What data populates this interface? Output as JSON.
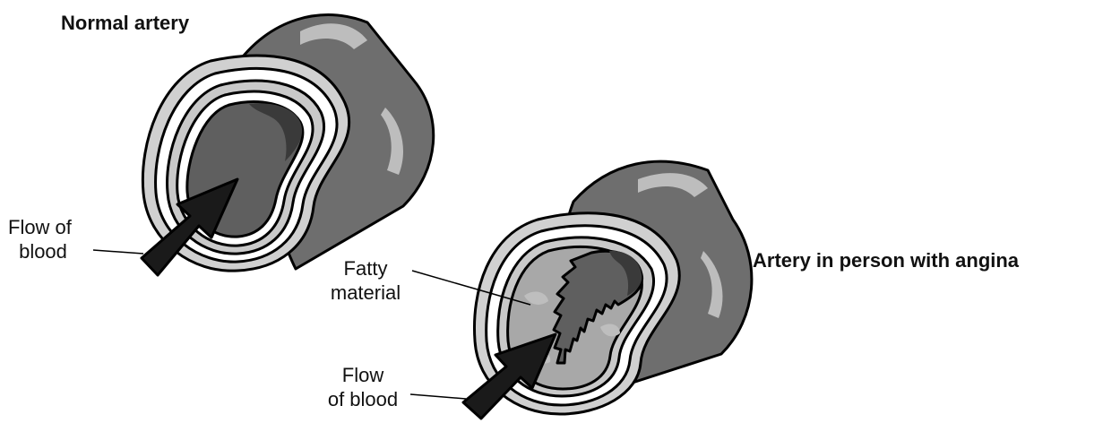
{
  "normal_artery": {
    "title": "Normal artery",
    "flow_label_line1": "Flow of",
    "flow_label_line2": "blood"
  },
  "angina_artery": {
    "title": "Artery in person with angina",
    "fatty_label_line1": "Fatty",
    "fatty_label_line2": "material",
    "flow_label_line1": "Flow",
    "flow_label_line2": "of blood"
  },
  "colors": {
    "outer_wall": "#6e6e6e",
    "wall_dark": "#4a4a4a",
    "wall_layers": "#c9c9c9",
    "lumen": "#5f5f5f",
    "lumen_dark": "#3a3a3a",
    "fatty": "#a8a8a8",
    "arrow": "#1a1a1a",
    "outline": "#000000"
  }
}
